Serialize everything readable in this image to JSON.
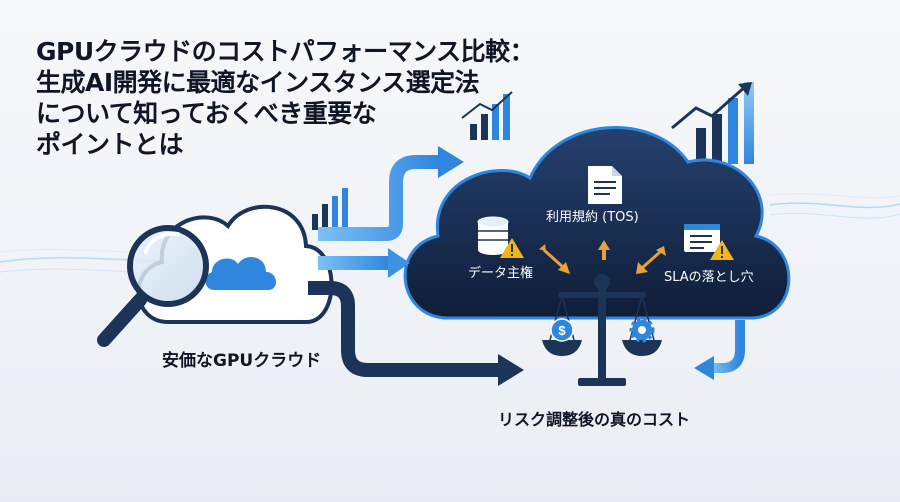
{
  "title": {
    "lines": [
      "GPUクラウドのコストパフォーマンス比較：",
      "生成AI開発に最適なインスタンス選定法",
      "について知っておくべき重要な",
      "ポイントとは"
    ]
  },
  "labels": {
    "cheap_gpu_cloud": "安価なGPUクラウド",
    "terms_of_service": "利用規約 (TOS)",
    "data_sovereignty": "データ主権",
    "sla_pitfalls": "SLAの落とし穴",
    "risk_adjusted_cost": "リスク調整後の真のコスト"
  },
  "icons": {
    "magnifier": "magnifying-glass-icon",
    "small_cloud": "cloud-icon",
    "document": "document-icon",
    "database": "database-icon",
    "browser": "browser-window-icon",
    "warning": "warning-icon",
    "scale": "balance-scale-icon",
    "dollar": "dollar-coin-icon",
    "gear": "gear-icon",
    "bar_chart": "bar-chart-icon",
    "trend_up": "trend-up-icon"
  },
  "colors": {
    "navy": "#16284a",
    "blue_accent": "#2f86de",
    "warning": "#f2b31b",
    "text_dark": "#0f1626"
  }
}
